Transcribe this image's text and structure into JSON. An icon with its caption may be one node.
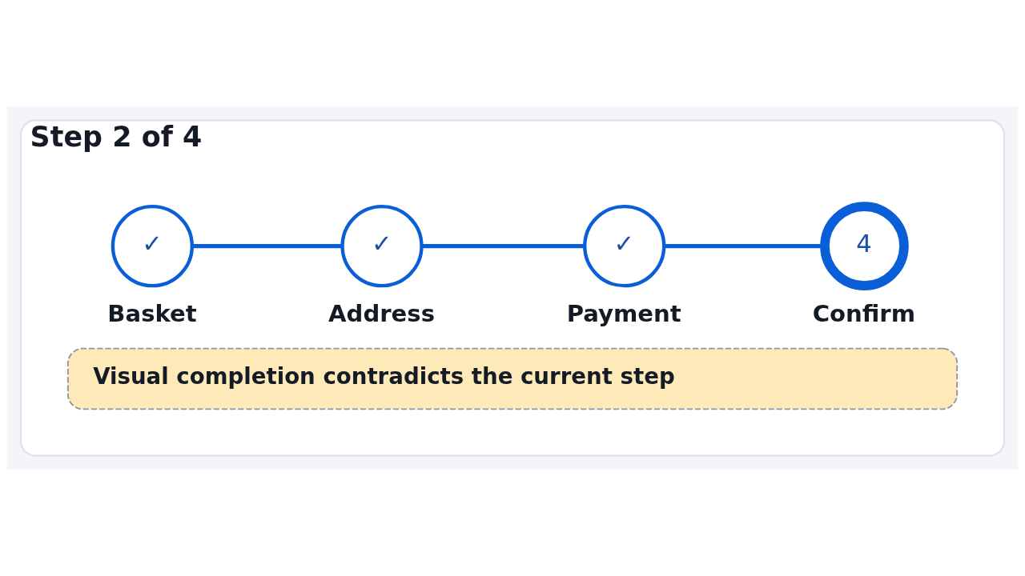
{
  "diagram": {
    "nodes": [
      {
        "text": [
          "Step 2 of 4"
        ]
      },
      {
        "text": [
          "✓"
        ],
        "beside": [
          "Basket"
        ],
        "in": 0
      },
      {
        "text": [
          "✓"
        ],
        "beside": [
          "Address"
        ],
        "in": 0
      },
      {
        "text": [
          "✓"
        ],
        "beside": [
          "Payment"
        ],
        "in": 0
      },
      {
        "text": [
          "4"
        ],
        "beside": [
          "Confirm"
        ],
        "in": 0
      },
      {
        "text": [
          "Visual completion contradicts the current step"
        ],
        "in": 0
      }
    ],
    "edges": [
      {
        "from": 1,
        "to": 2,
        "arrow": "none"
      },
      {
        "from": 2,
        "to": 3,
        "arrow": "none"
      },
      {
        "from": 3,
        "to": 4,
        "arrow": "none"
      }
    ]
  }
}
